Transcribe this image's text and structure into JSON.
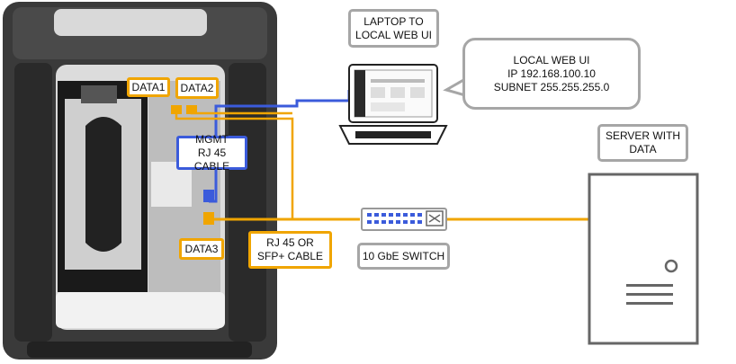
{
  "labels": {
    "data1": "DATA1",
    "data2": "DATA2",
    "data3": "DATA3",
    "mgmt": "MGMT\nRJ 45 CABLE",
    "rj45_sfp": "RJ 45 OR\nSFP+ CABLE",
    "laptop_title": "LAPTOP TO\nLOCAL WEB UI",
    "local_web_ui": "LOCAL WEB UI\nIP 192.168.100.10\nSUBNET 255.255.255.0",
    "switch": "10 GbE SWITCH",
    "server": "SERVER WITH\nDATA"
  },
  "colors": {
    "data_cable": "#f0a500",
    "mgmt_cable": "#3b5bdb",
    "device_outline": "#a6a6a6"
  }
}
